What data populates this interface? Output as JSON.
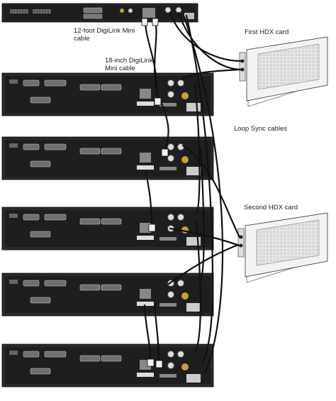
{
  "labels": {
    "cable_12ft_line1": "12-foot DigiLink Mini",
    "cable_12ft_line2": "cable",
    "cable_18in_line1": "18-inch DigiLink",
    "cable_18in_line2": "Mini cable",
    "first_hdx_card": "First HDX card",
    "loop_sync_cables": "Loop Sync cables",
    "second_hdx_card": "Second HDX card"
  },
  "devices": {
    "io_unit_count": 6,
    "hdx_card_count": 2
  },
  "colors": {
    "unit_body": "#2b2b2b",
    "unit_panel": "#1c1c1c",
    "cable": "#111111",
    "card": "#f2f2f2"
  }
}
